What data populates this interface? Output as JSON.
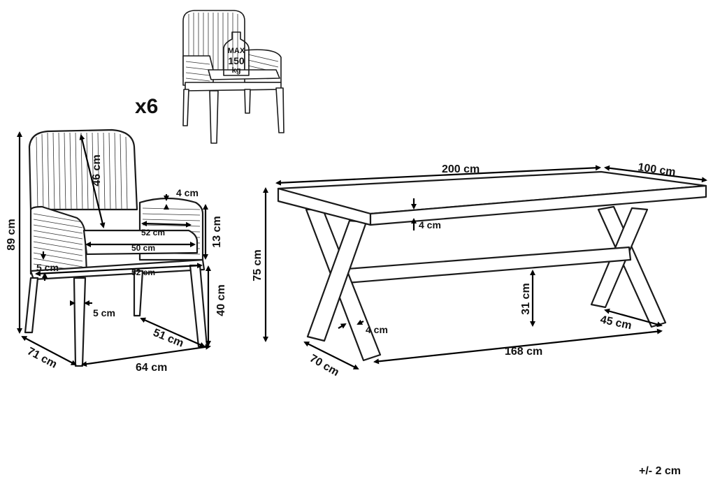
{
  "quantity": {
    "label": "x6"
  },
  "weight_badge": {
    "line1": "MAX",
    "line2": "150",
    "line3": "kg"
  },
  "chair": {
    "height": "89 cm",
    "back_height": "46 cm",
    "armrest_width": "4 cm",
    "armrest_height": "13 cm",
    "arm_depth": "52 cm",
    "seat_width": "50 cm",
    "seat_frame_width": "52 cm",
    "leg_width": "5 cm",
    "leg_thickness": "5 cm",
    "seat_height": "40 cm",
    "seat_depth": "51 cm",
    "depth": "71 cm",
    "width": "64 cm"
  },
  "table": {
    "length": "200 cm",
    "width": "100 cm",
    "height": "75 cm",
    "top_thickness": "4 cm",
    "stretcher_height": "31 cm",
    "leg_thickness": "4 cm",
    "foot_width": "45 cm",
    "base_length": "168 cm",
    "base_width": "70 cm"
  },
  "tolerance": "+/- 2 cm"
}
